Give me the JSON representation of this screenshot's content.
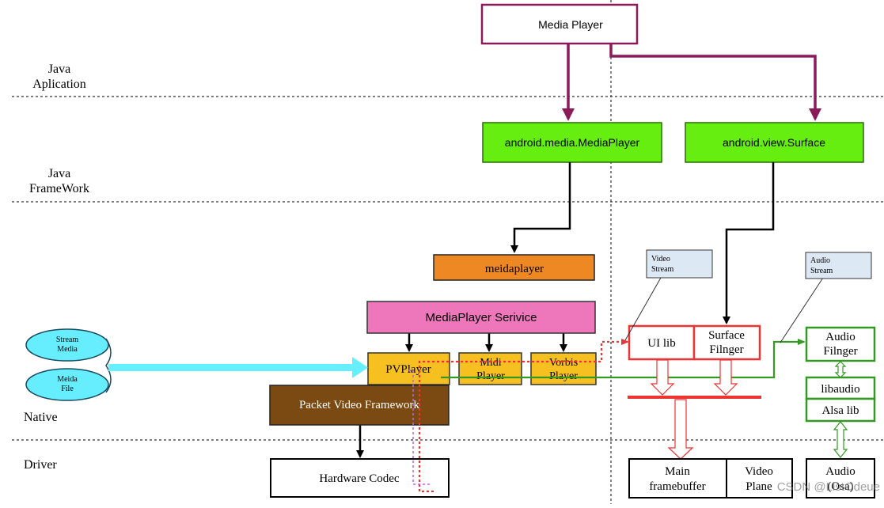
{
  "layers": {
    "java_application": [
      "Java",
      "Aplication"
    ],
    "java_framework": [
      "Java",
      "FrameWork"
    ],
    "native": "Native",
    "driver": "Driver"
  },
  "nodes": {
    "media_player": "Media Player",
    "android_media_mediaplayer": "android.media.MediaPlayer",
    "android_view_surface": "android.view.Surface",
    "meidaplayer": "meidaplayer",
    "mediaplayer_service": "MediaPlayer Serivice",
    "pvplayer": "PVPlayer",
    "midi_player": [
      "Midi",
      "Player"
    ],
    "vorbis_player": [
      "Vorbis",
      "Player"
    ],
    "packet_video_framework": "Packet Video Framework",
    "hardware_codec": "Hardware Codec",
    "stream_media": [
      "Stream",
      "Media"
    ],
    "media_file": [
      "Meida",
      "File"
    ],
    "ui_lib": "UI lib",
    "surface_flinger": [
      "Surface",
      "Filnger"
    ],
    "audio_flinger": [
      "Audio",
      "Filnger"
    ],
    "libaudio": "libaudio",
    "alsa_lib": "Alsa lib",
    "main_framebuffer": [
      "Main",
      "framebuffer"
    ],
    "video_plane": [
      "Video",
      "Plane"
    ],
    "audio_osa": [
      "Audio",
      "(Osa)"
    ]
  },
  "callouts": {
    "video_stream": [
      "Video",
      "Stream"
    ],
    "audio_stream": [
      "Audio",
      "Stream"
    ]
  },
  "watermark": "CSDN @ListOdeue",
  "colors": {
    "purple_border": "#8b1a5a",
    "java_framework_fill": "#66ee11",
    "meidaplayer_fill": "#ee8822",
    "service_fill": "#ee77bb",
    "player_fill": "#f5c020",
    "pvf_fill": "#7a4a12",
    "stream_fill": "#66eeff",
    "red": "#ee3333",
    "green": "#339922",
    "callout_fill": "#dde8f5",
    "cyan_arrow": "#66f0ff"
  }
}
